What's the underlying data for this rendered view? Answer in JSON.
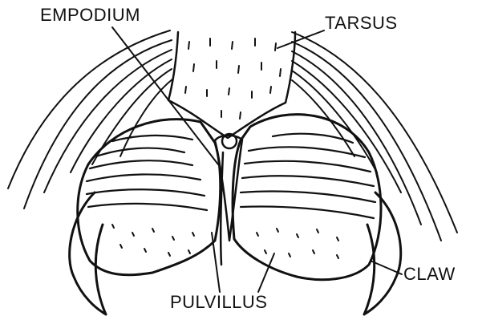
{
  "labels": {
    "empodium": "EMPODIUM",
    "tarsus": "TARSUS",
    "claw": "CLAW",
    "pulvillus": "PULVILLUS"
  },
  "colors": {
    "ink": "#111111",
    "background": "#ffffff"
  }
}
